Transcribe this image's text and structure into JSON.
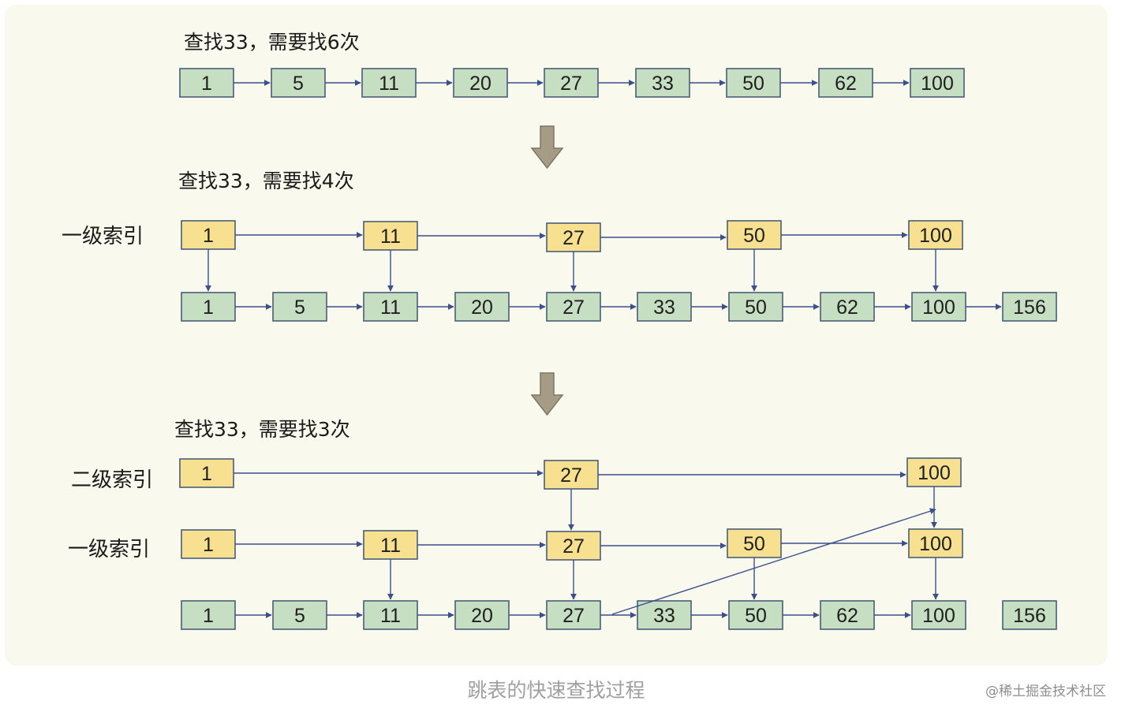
{
  "colors": {
    "panel_bg": "#f9f9ee",
    "data_node_fill": "#c6dfc3",
    "index_node_fill": "#f7e08f",
    "node_stroke": "#4a5e78",
    "arrow": "#3a4f8c",
    "down_arrow_fill": "#a69c86"
  },
  "sections": [
    {
      "heading": "查找33，需要找6次"
    },
    {
      "heading": "查找33，需要找4次"
    },
    {
      "heading": "查找33，需要找3次"
    }
  ],
  "level_labels": {
    "first_level_index": "一级索引",
    "second_level_index": "二级索引"
  },
  "lists": {
    "s1_base": [
      "1",
      "5",
      "11",
      "20",
      "27",
      "33",
      "50",
      "62",
      "100"
    ],
    "s2_l1": [
      "1",
      "11",
      "27",
      "50",
      "100"
    ],
    "s2_base": [
      "1",
      "5",
      "11",
      "20",
      "27",
      "33",
      "50",
      "62",
      "100",
      "156"
    ],
    "s3_l2": [
      "1",
      "27",
      "100"
    ],
    "s3_l1": [
      "1",
      "11",
      "27",
      "50",
      "100"
    ],
    "s3_base": [
      "1",
      "5",
      "11",
      "20",
      "27",
      "33",
      "50",
      "62",
      "100",
      "156"
    ]
  },
  "caption": "跳表的快速查找过程",
  "watermark": "@稀土掘金技术社区"
}
